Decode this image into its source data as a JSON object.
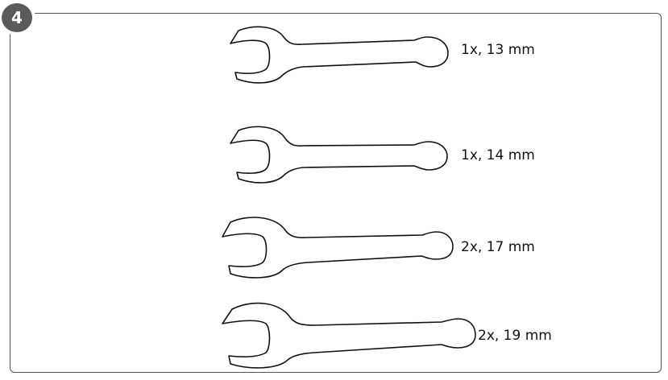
{
  "step": {
    "number": "4"
  },
  "parts": [
    {
      "label": "1x, 13 mm"
    },
    {
      "label": "1x, 14 mm"
    },
    {
      "label": "2x, 17 mm"
    },
    {
      "label": "2x, 19 mm"
    }
  ],
  "icons": [
    "wrench-icon"
  ]
}
